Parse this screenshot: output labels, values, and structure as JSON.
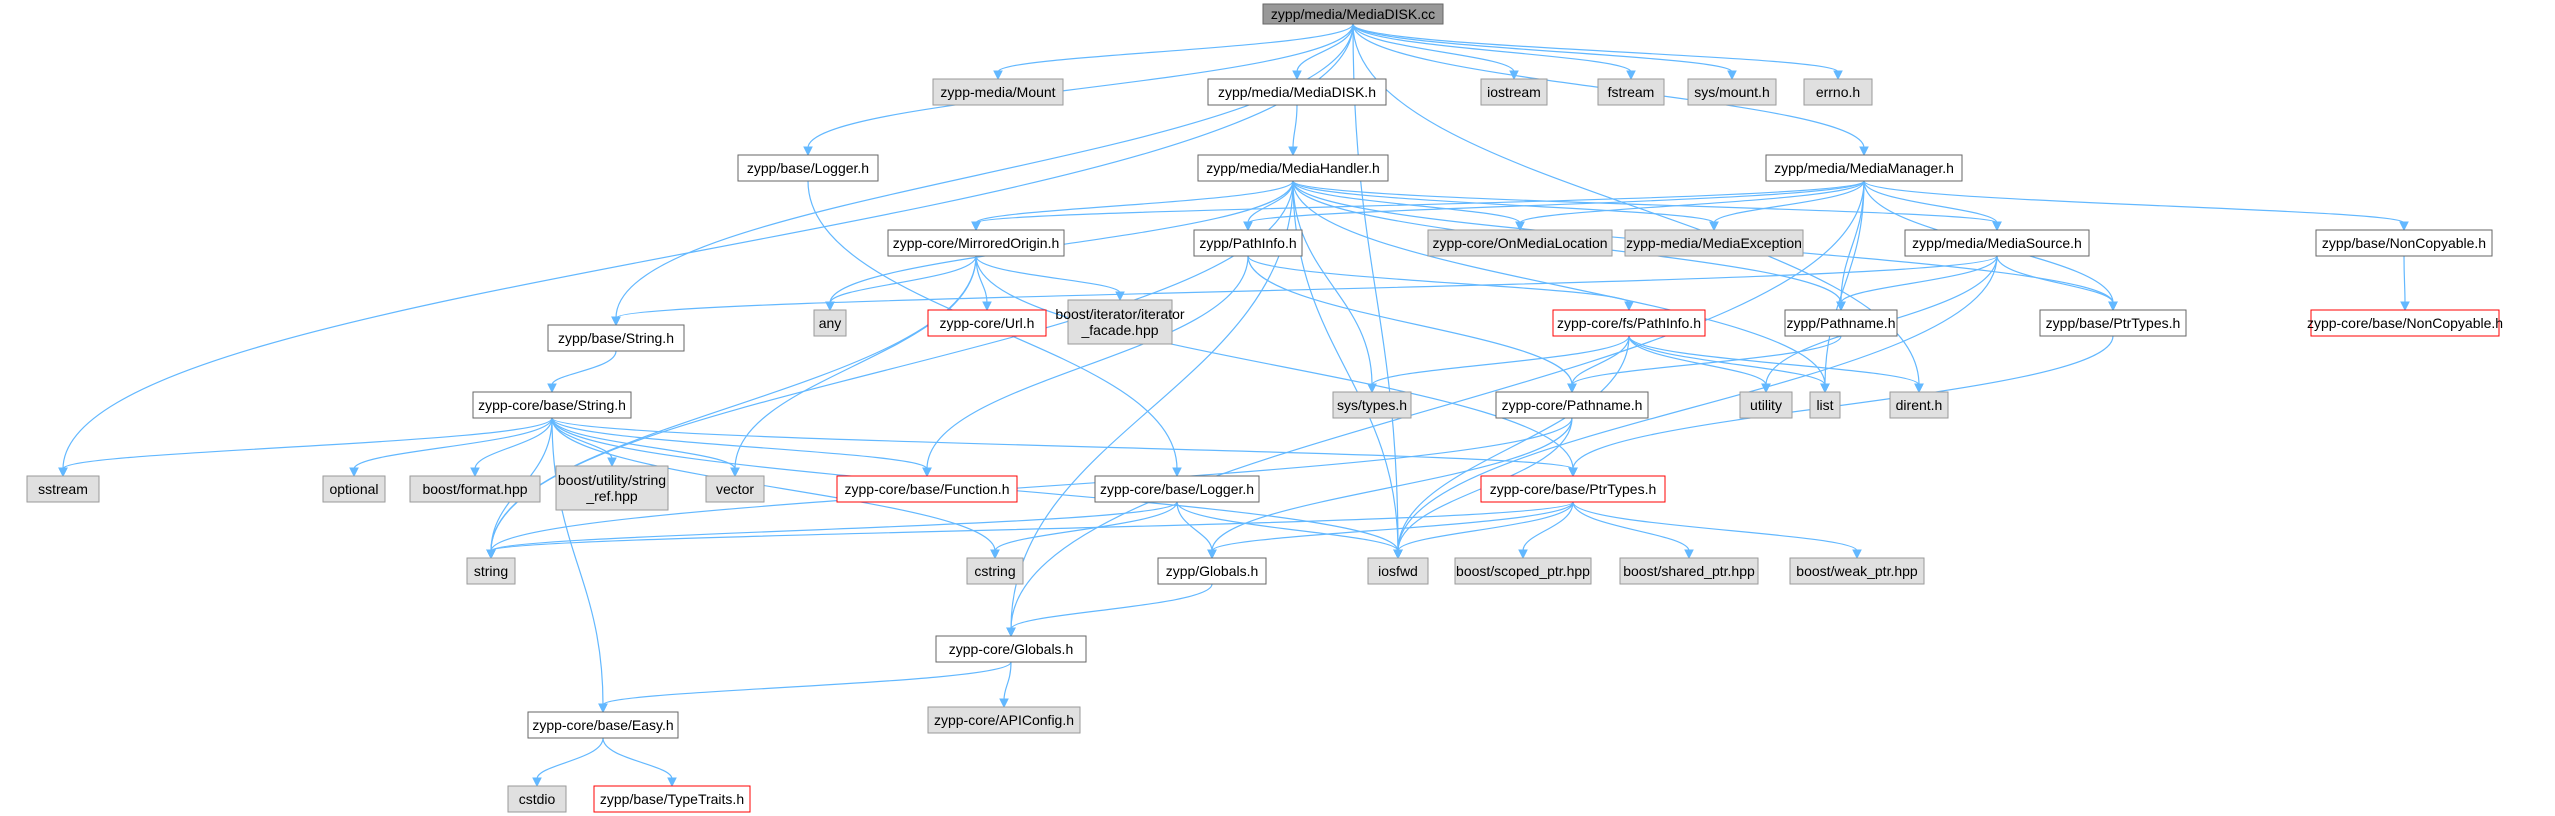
{
  "graph": {
    "colors": {
      "edge": "#63b8ff",
      "root_fill": "#999999",
      "root_border": "#666666",
      "file_fill": "#ffffff",
      "file_border": "#666666",
      "system_fill": "#e0e0e0",
      "system_border": "#999999",
      "truncated_border": "#ff0000"
    },
    "legend_note": "gray fill = system/external header, red border = graph truncated",
    "nodes": [
      {
        "id": "root",
        "label": "zypp/media/MediaDISK.cc",
        "kind": "root"
      },
      {
        "id": "mount",
        "label": "zypp-media/Mount",
        "kind": "system"
      },
      {
        "id": "mdiskh",
        "label": "zypp/media/MediaDISK.h",
        "kind": "file"
      },
      {
        "id": "iostream",
        "label": "iostream",
        "kind": "system"
      },
      {
        "id": "fstream",
        "label": "fstream",
        "kind": "system"
      },
      {
        "id": "sysmount",
        "label": "sys/mount.h",
        "kind": "system"
      },
      {
        "id": "errno",
        "label": "errno.h",
        "kind": "system"
      },
      {
        "id": "logger",
        "label": "zypp/base/Logger.h",
        "kind": "file"
      },
      {
        "id": "mhandler",
        "label": "zypp/media/MediaHandler.h",
        "kind": "file"
      },
      {
        "id": "mmanager",
        "label": "zypp/media/MediaManager.h",
        "kind": "file"
      },
      {
        "id": "mirrored",
        "label": "zypp-core/MirroredOrigin.h",
        "kind": "file"
      },
      {
        "id": "pathinfo",
        "label": "zypp/PathInfo.h",
        "kind": "file"
      },
      {
        "id": "onmedia",
        "label": "zypp-core/OnMediaLocation",
        "kind": "system"
      },
      {
        "id": "mexcept",
        "label": "zypp-media/MediaException",
        "kind": "system"
      },
      {
        "id": "msource",
        "label": "zypp/media/MediaSource.h",
        "kind": "file"
      },
      {
        "id": "noncopy",
        "label": "zypp/base/NonCopyable.h",
        "kind": "file"
      },
      {
        "id": "any",
        "label": "any",
        "kind": "system"
      },
      {
        "id": "url",
        "label": "zypp-core/Url.h",
        "kind": "truncated"
      },
      {
        "id": "iterfacade",
        "label": [
          "boost/iterator/iterator",
          "_facade.hpp"
        ],
        "kind": "system"
      },
      {
        "id": "fspathinfo",
        "label": "zypp-core/fs/PathInfo.h",
        "kind": "truncated"
      },
      {
        "id": "zpathname",
        "label": "zypp/Pathname.h",
        "kind": "file"
      },
      {
        "id": "bptrtypes",
        "label": "zypp/base/PtrTypes.h",
        "kind": "file"
      },
      {
        "id": "corenoncopy",
        "label": "zypp-core/base/NonCopyable.h",
        "kind": "truncated"
      },
      {
        "id": "bstring",
        "label": "zypp/base/String.h",
        "kind": "file"
      },
      {
        "id": "systypes",
        "label": "sys/types.h",
        "kind": "system"
      },
      {
        "id": "cpathname",
        "label": "zypp-core/Pathname.h",
        "kind": "file"
      },
      {
        "id": "utility",
        "label": "utility",
        "kind": "system"
      },
      {
        "id": "list",
        "label": "list",
        "kind": "system"
      },
      {
        "id": "dirent",
        "label": "dirent.h",
        "kind": "system"
      },
      {
        "id": "cstring_h",
        "label": "zypp-core/base/String.h",
        "kind": "file"
      },
      {
        "id": "sstream",
        "label": "sstream",
        "kind": "system"
      },
      {
        "id": "optional",
        "label": "optional",
        "kind": "system"
      },
      {
        "id": "bformat",
        "label": "boost/format.hpp",
        "kind": "system"
      },
      {
        "id": "bstrref",
        "label": [
          "boost/utility/string",
          "_ref.hpp"
        ],
        "kind": "system"
      },
      {
        "id": "vector",
        "label": "vector",
        "kind": "system"
      },
      {
        "id": "function",
        "label": "zypp-core/base/Function.h",
        "kind": "truncated"
      },
      {
        "id": "clogger",
        "label": "zypp-core/base/Logger.h",
        "kind": "file"
      },
      {
        "id": "cptrtypes",
        "label": "zypp-core/base/PtrTypes.h",
        "kind": "truncated"
      },
      {
        "id": "string",
        "label": "string",
        "kind": "system"
      },
      {
        "id": "cstr",
        "label": "cstring",
        "kind": "system"
      },
      {
        "id": "zglobals",
        "label": "zypp/Globals.h",
        "kind": "file"
      },
      {
        "id": "iosfwd",
        "label": "iosfwd",
        "kind": "system"
      },
      {
        "id": "scoped",
        "label": "boost/scoped_ptr.hpp",
        "kind": "system"
      },
      {
        "id": "shared",
        "label": "boost/shared_ptr.hpp",
        "kind": "system"
      },
      {
        "id": "weak",
        "label": "boost/weak_ptr.hpp",
        "kind": "system"
      },
      {
        "id": "cglobals",
        "label": "zypp-core/Globals.h",
        "kind": "file"
      },
      {
        "id": "apiconfig",
        "label": "zypp-core/APIConfig.h",
        "kind": "system"
      },
      {
        "id": "easy",
        "label": "zypp-core/base/Easy.h",
        "kind": "file"
      },
      {
        "id": "cstdio",
        "label": "cstdio",
        "kind": "system"
      },
      {
        "id": "typetraits",
        "label": "zypp/base/TypeTraits.h",
        "kind": "truncated"
      }
    ],
    "edges": [
      [
        "root",
        "mount"
      ],
      [
        "root",
        "mdiskh"
      ],
      [
        "root",
        "iostream"
      ],
      [
        "root",
        "fstream"
      ],
      [
        "root",
        "sysmount"
      ],
      [
        "root",
        "errno"
      ],
      [
        "root",
        "logger"
      ],
      [
        "root",
        "mmanager"
      ],
      [
        "root",
        "sstream"
      ],
      [
        "root",
        "bstring"
      ],
      [
        "root",
        "iosfwd"
      ],
      [
        "root",
        "dirent"
      ],
      [
        "mdiskh",
        "mhandler"
      ],
      [
        "mhandler",
        "mirrored"
      ],
      [
        "mhandler",
        "pathinfo"
      ],
      [
        "mhandler",
        "onmedia"
      ],
      [
        "mhandler",
        "mexcept"
      ],
      [
        "mhandler",
        "msource"
      ],
      [
        "mhandler",
        "any"
      ],
      [
        "mhandler",
        "string"
      ],
      [
        "mhandler",
        "systypes"
      ],
      [
        "mhandler",
        "list"
      ],
      [
        "mhandler",
        "bptrtypes"
      ],
      [
        "mhandler",
        "cglobals"
      ],
      [
        "mhandler",
        "zpathname"
      ],
      [
        "mhandler",
        "iosfwd"
      ],
      [
        "mmanager",
        "noncopy"
      ],
      [
        "mmanager",
        "msource"
      ],
      [
        "mmanager",
        "onmedia"
      ],
      [
        "mmanager",
        "mexcept"
      ],
      [
        "mmanager",
        "mirrored"
      ],
      [
        "mmanager",
        "pathinfo"
      ],
      [
        "mmanager",
        "zpathname"
      ],
      [
        "mmanager",
        "bptrtypes"
      ],
      [
        "mmanager",
        "list"
      ],
      [
        "mmanager",
        "cglobals"
      ],
      [
        "noncopy",
        "corenoncopy"
      ],
      [
        "mirrored",
        "any"
      ],
      [
        "mirrored",
        "url"
      ],
      [
        "mirrored",
        "iterfacade"
      ],
      [
        "mirrored",
        "vector"
      ],
      [
        "mirrored",
        "string"
      ],
      [
        "mirrored",
        "cptrtypes"
      ],
      [
        "pathinfo",
        "fspathinfo"
      ],
      [
        "pathinfo",
        "cpathname"
      ],
      [
        "pathinfo",
        "function"
      ],
      [
        "msource",
        "zpathname"
      ],
      [
        "msource",
        "bptrtypes"
      ],
      [
        "msource",
        "bstring"
      ],
      [
        "msource",
        "utility"
      ],
      [
        "msource",
        "iosfwd"
      ],
      [
        "fspathinfo",
        "cpathname"
      ],
      [
        "fspathinfo",
        "systypes"
      ],
      [
        "fspathinfo",
        "utility"
      ],
      [
        "fspathinfo",
        "list"
      ],
      [
        "fspathinfo",
        "dirent"
      ],
      [
        "fspathinfo",
        "iosfwd"
      ],
      [
        "zpathname",
        "cpathname"
      ],
      [
        "bptrtypes",
        "cptrtypes"
      ],
      [
        "logger",
        "clogger"
      ],
      [
        "bstring",
        "cstring_h"
      ],
      [
        "cstring_h",
        "sstream"
      ],
      [
        "cstring_h",
        "optional"
      ],
      [
        "cstring_h",
        "bformat"
      ],
      [
        "cstring_h",
        "bstrref"
      ],
      [
        "cstring_h",
        "vector"
      ],
      [
        "cstring_h",
        "function"
      ],
      [
        "cstring_h",
        "string"
      ],
      [
        "cstring_h",
        "cstr"
      ],
      [
        "cstring_h",
        "cptrtypes"
      ],
      [
        "cstring_h",
        "iosfwd"
      ],
      [
        "cstring_h",
        "easy"
      ],
      [
        "cpathname",
        "string"
      ],
      [
        "cpathname",
        "zglobals"
      ],
      [
        "cpathname",
        "iosfwd"
      ],
      [
        "clogger",
        "string"
      ],
      [
        "clogger",
        "cstr"
      ],
      [
        "clogger",
        "zglobals"
      ],
      [
        "clogger",
        "iosfwd"
      ],
      [
        "cptrtypes",
        "string"
      ],
      [
        "cptrtypes",
        "zglobals"
      ],
      [
        "cptrtypes",
        "iosfwd"
      ],
      [
        "cptrtypes",
        "scoped"
      ],
      [
        "cptrtypes",
        "shared"
      ],
      [
        "cptrtypes",
        "weak"
      ],
      [
        "zglobals",
        "cglobals"
      ],
      [
        "cglobals",
        "apiconfig"
      ],
      [
        "cglobals",
        "easy"
      ],
      [
        "easy",
        "cstdio"
      ],
      [
        "easy",
        "typetraits"
      ]
    ]
  }
}
